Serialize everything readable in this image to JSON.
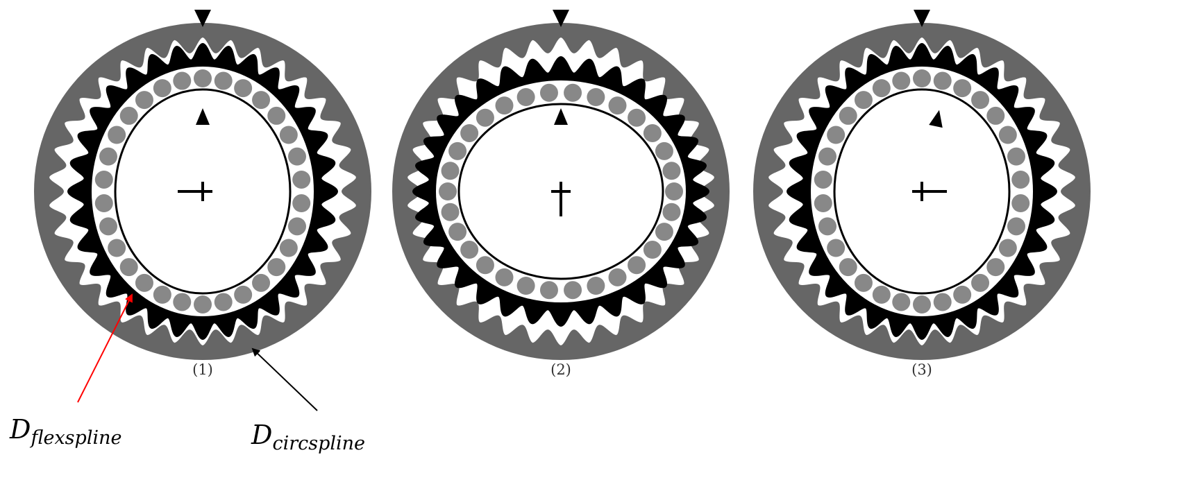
{
  "panels": [
    {
      "caption": "(1)",
      "generator_angle_deg": 90,
      "marker_rotation_deg": 0
    },
    {
      "caption": "(2)",
      "generator_angle_deg": 0,
      "marker_rotation_deg": 0
    },
    {
      "caption": "(3)",
      "generator_angle_deg": -90,
      "marker_rotation_deg": 12
    }
  ],
  "labels": {
    "flexspline": {
      "base": "D",
      "sub": "flexspline"
    },
    "circspline": {
      "base": "D",
      "sub": "circspline"
    }
  },
  "counts": {
    "circular_spline_teeth": 34,
    "flexspline_teeth": 32,
    "bearing_balls": 30
  },
  "colors": {
    "circular_spline": "#666666",
    "flexspline": "#000000",
    "bearing_balls": "#888888",
    "gaps": "#ffffff",
    "flexspline_arrow": "#ff0000",
    "circspline_arrow": "#000000"
  }
}
